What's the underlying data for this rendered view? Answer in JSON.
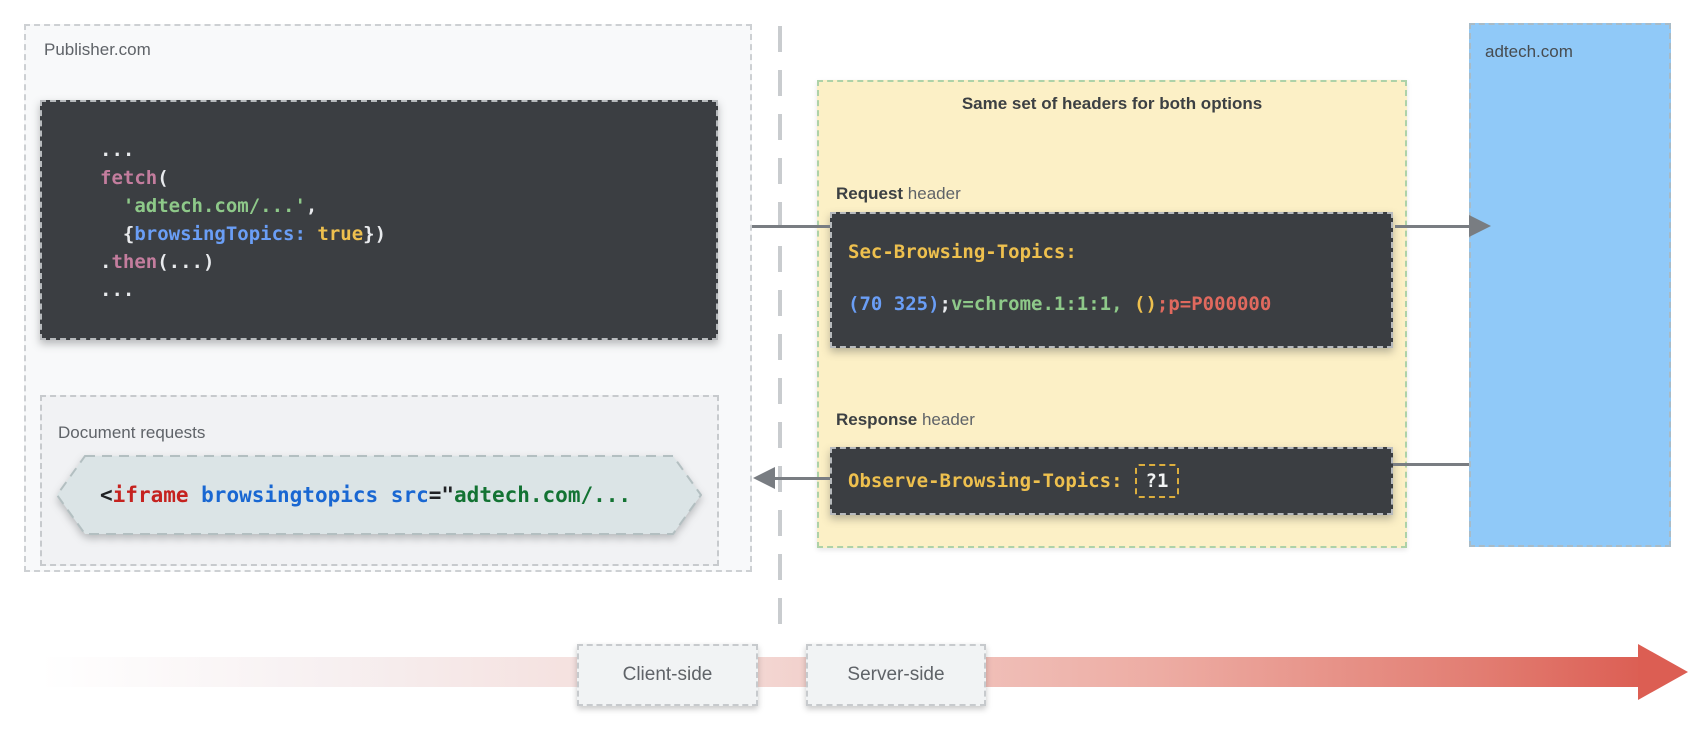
{
  "publisher": {
    "label": "Publisher.com",
    "document_requests_label": "Document requests",
    "fetch_code": {
      "lines": [
        [
          {
            "c": "white",
            "t": "..."
          }
        ],
        [
          {
            "c": "pink",
            "t": "fetch"
          },
          {
            "c": "white",
            "t": "("
          }
        ],
        [
          {
            "c": "white",
            "t": "  "
          },
          {
            "c": "green",
            "t": "'adtech.com/...'"
          },
          {
            "c": "white",
            "t": ","
          }
        ],
        [
          {
            "c": "white",
            "t": "  {"
          },
          {
            "c": "blue",
            "t": "browsingTopics:"
          },
          {
            "c": "white",
            "t": " "
          },
          {
            "c": "amber",
            "t": "true"
          },
          {
            "c": "white",
            "t": "})"
          }
        ],
        [
          {
            "c": "white",
            "t": "."
          },
          {
            "c": "pink",
            "t": "then"
          },
          {
            "c": "white",
            "t": "(...)"
          }
        ],
        [
          {
            "c": "white",
            "t": "..."
          }
        ]
      ]
    },
    "iframe_code": {
      "lines": [
        [
          {
            "c": "dark",
            "t": "<"
          },
          {
            "c": "red2",
            "t": "iframe"
          },
          {
            "c": "blue2",
            "t": " browsingtopics src"
          },
          {
            "c": "dark",
            "t": "=\""
          },
          {
            "c": "green2",
            "t": "adtech.com/..."
          }
        ]
      ]
    }
  },
  "headers_panel": {
    "title": "Same set of headers for both options",
    "request_label_bold": "Request",
    "request_label_rest": " header",
    "response_label_bold": "Response",
    "response_label_rest": " header",
    "request_code": {
      "lines": [
        [
          {
            "c": "amber",
            "t": "Sec-Browsing-Topics:"
          }
        ],
        [
          {
            "c": "blue",
            "t": "(70 325)"
          },
          {
            "c": "white",
            "t": ";"
          },
          {
            "c": "green",
            "t": "v=chrome.1:1:1,"
          },
          {
            "c": "amber",
            "t": " ()"
          },
          {
            "c": "red",
            "t": ";p=P000000"
          }
        ]
      ]
    },
    "response_code": {
      "lines": [
        [
          {
            "c": "amber",
            "t": "Observe-Browsing-Topics:"
          },
          {
            "c": "boxed",
            "t": "?1"
          }
        ]
      ]
    }
  },
  "adtech": {
    "label": "adtech.com"
  },
  "timeline": {
    "client_label": "Client-side",
    "server_label": "Server-side"
  },
  "colors": {
    "publisher_fill": "#f8f9fa",
    "document_fill": "#f1f2f4",
    "code_block_fill": "#3b3e42",
    "headers_panel_fill": "#fcf0c6",
    "headers_panel_border": "#aed2a8",
    "adtech_fill": "#90c9f8",
    "hexagon_fill": "#dbe4e6",
    "arrow_gray": "#797d82",
    "timeline_red": "#dc5f54",
    "code_white": "#e8eaed",
    "code_pink": "#c47d9e",
    "code_green": "#8ec989",
    "code_blue": "#6a9ef6",
    "code_amber": "#eec04e",
    "code_red": "#e0695e"
  }
}
